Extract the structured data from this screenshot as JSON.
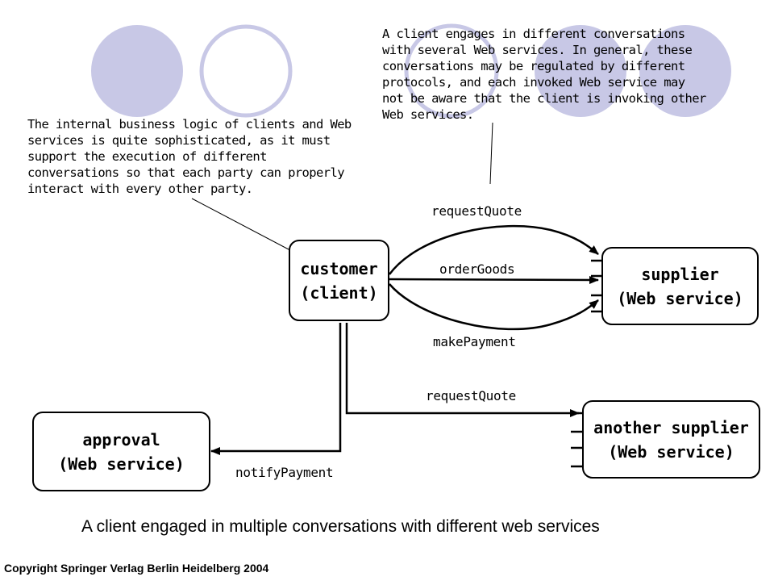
{
  "nodes": {
    "customer": {
      "line1": "customer",
      "line2": "(client)"
    },
    "supplier": {
      "line1": "supplier",
      "line2": "(Web service)"
    },
    "another_supplier": {
      "line1": "another supplier",
      "line2": "(Web service)"
    },
    "approval": {
      "line1": "approval",
      "line2": "(Web service)"
    }
  },
  "edges": {
    "request_quote_top": "requestQuote",
    "order_goods": "orderGoods",
    "make_payment": "makePayment",
    "request_quote_bottom": "requestQuote",
    "notify_payment": "notifyPayment"
  },
  "notes": {
    "internal_logic": "The internal business logic of clients and Web\nservices is quite sophisticated, as it must\nsupport the execution of different\nconversations so that each party can properly\ninteract with every other party.",
    "conversations": "A client engages in different conversations\nwith several Web services. In general, these\nconversations may be regulated by different\nprotocols, and each invoked Web service may\nnot be aware that  the client is invoking other\nWeb services."
  },
  "caption": "A client engaged in multiple conversations with different web services",
  "copyright": "Copyright Springer Verlag Berlin Heidelberg 2004",
  "colors": {
    "decor_fill": "#c8c8e6",
    "decor_stroke": "#c8c8e6",
    "line": "#000000"
  }
}
